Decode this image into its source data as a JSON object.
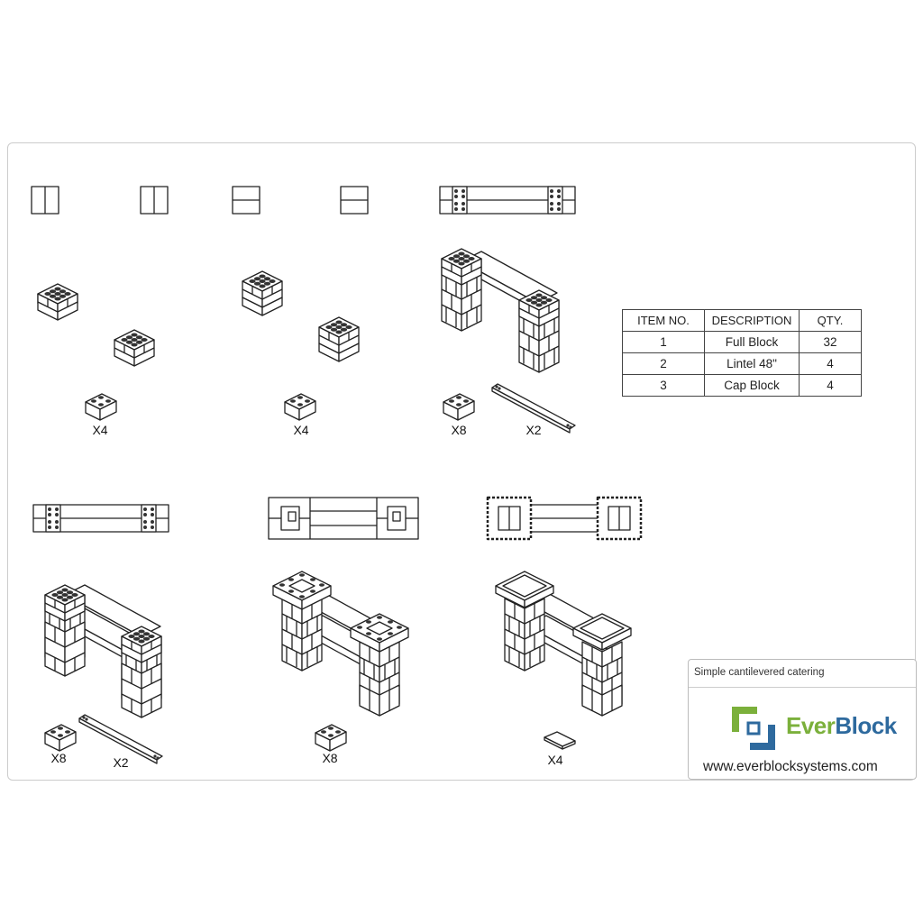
{
  "steps": {
    "s1": {
      "qty": "X4"
    },
    "s2": {
      "qty": "X4"
    },
    "s3": {
      "qty_blocks": "X8",
      "qty_lintels": "X2"
    },
    "s4": {
      "qty_blocks": "X8",
      "qty_lintels": "X2"
    },
    "s5": {
      "qty_blocks": "X8"
    },
    "s6": {
      "qty_caps": "X4"
    }
  },
  "bom": {
    "headers": {
      "item": "ITEM NO.",
      "description": "DESCRIPTION",
      "qty": "QTY."
    },
    "rows": [
      {
        "item": "1",
        "description": "Full Block",
        "qty": "32"
      },
      {
        "item": "2",
        "description": "Lintel 48\"",
        "qty": "4"
      },
      {
        "item": "3",
        "description": "Cap Block",
        "qty": "4"
      }
    ]
  },
  "title_block": {
    "title": "Simple cantilevered catering",
    "brand_part1": "Ever",
    "brand_part2": "Block",
    "url": "www.everblocksystems.com"
  },
  "colors": {
    "logo_green": "#7bb03b",
    "logo_blue": "#2e6a9e",
    "line": "#222222"
  }
}
